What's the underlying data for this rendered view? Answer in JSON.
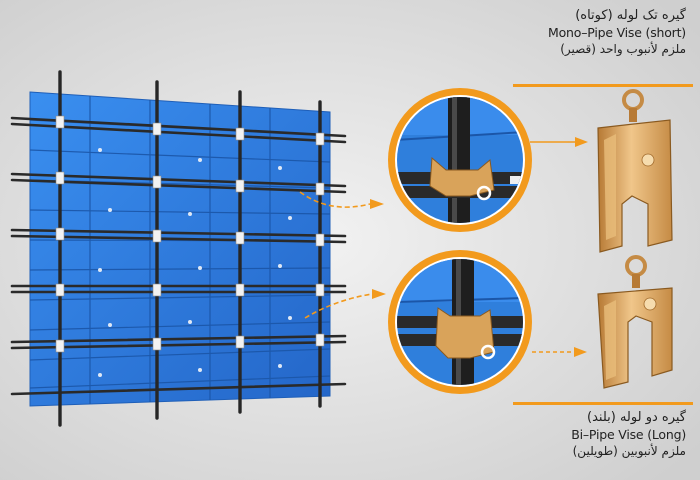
{
  "colors": {
    "background": "#dcdcdc",
    "panel_blue": "#2d7fe0",
    "panel_dark_blue": "#1f5fb8",
    "pipe": "#2a2a2a",
    "accent_orange": "#f29a1d",
    "clamp_gold": "#d9a35a"
  },
  "labels": {
    "short": {
      "persian": "گیره تک لوله (کوتاه)",
      "english": "Mono–Pipe Vise (short)",
      "arabic": "ملزم لأنبوب واحد (قصير)"
    },
    "long": {
      "persian": "گیره دو لوله (بلند)",
      "english": "Bi–Pipe Vise (Long)",
      "arabic": "ملزم لأنبوبين (طويلين)"
    }
  },
  "icons": {
    "arrow": "arrow-right-icon",
    "clamp": "pipe-clamp-icon"
  }
}
